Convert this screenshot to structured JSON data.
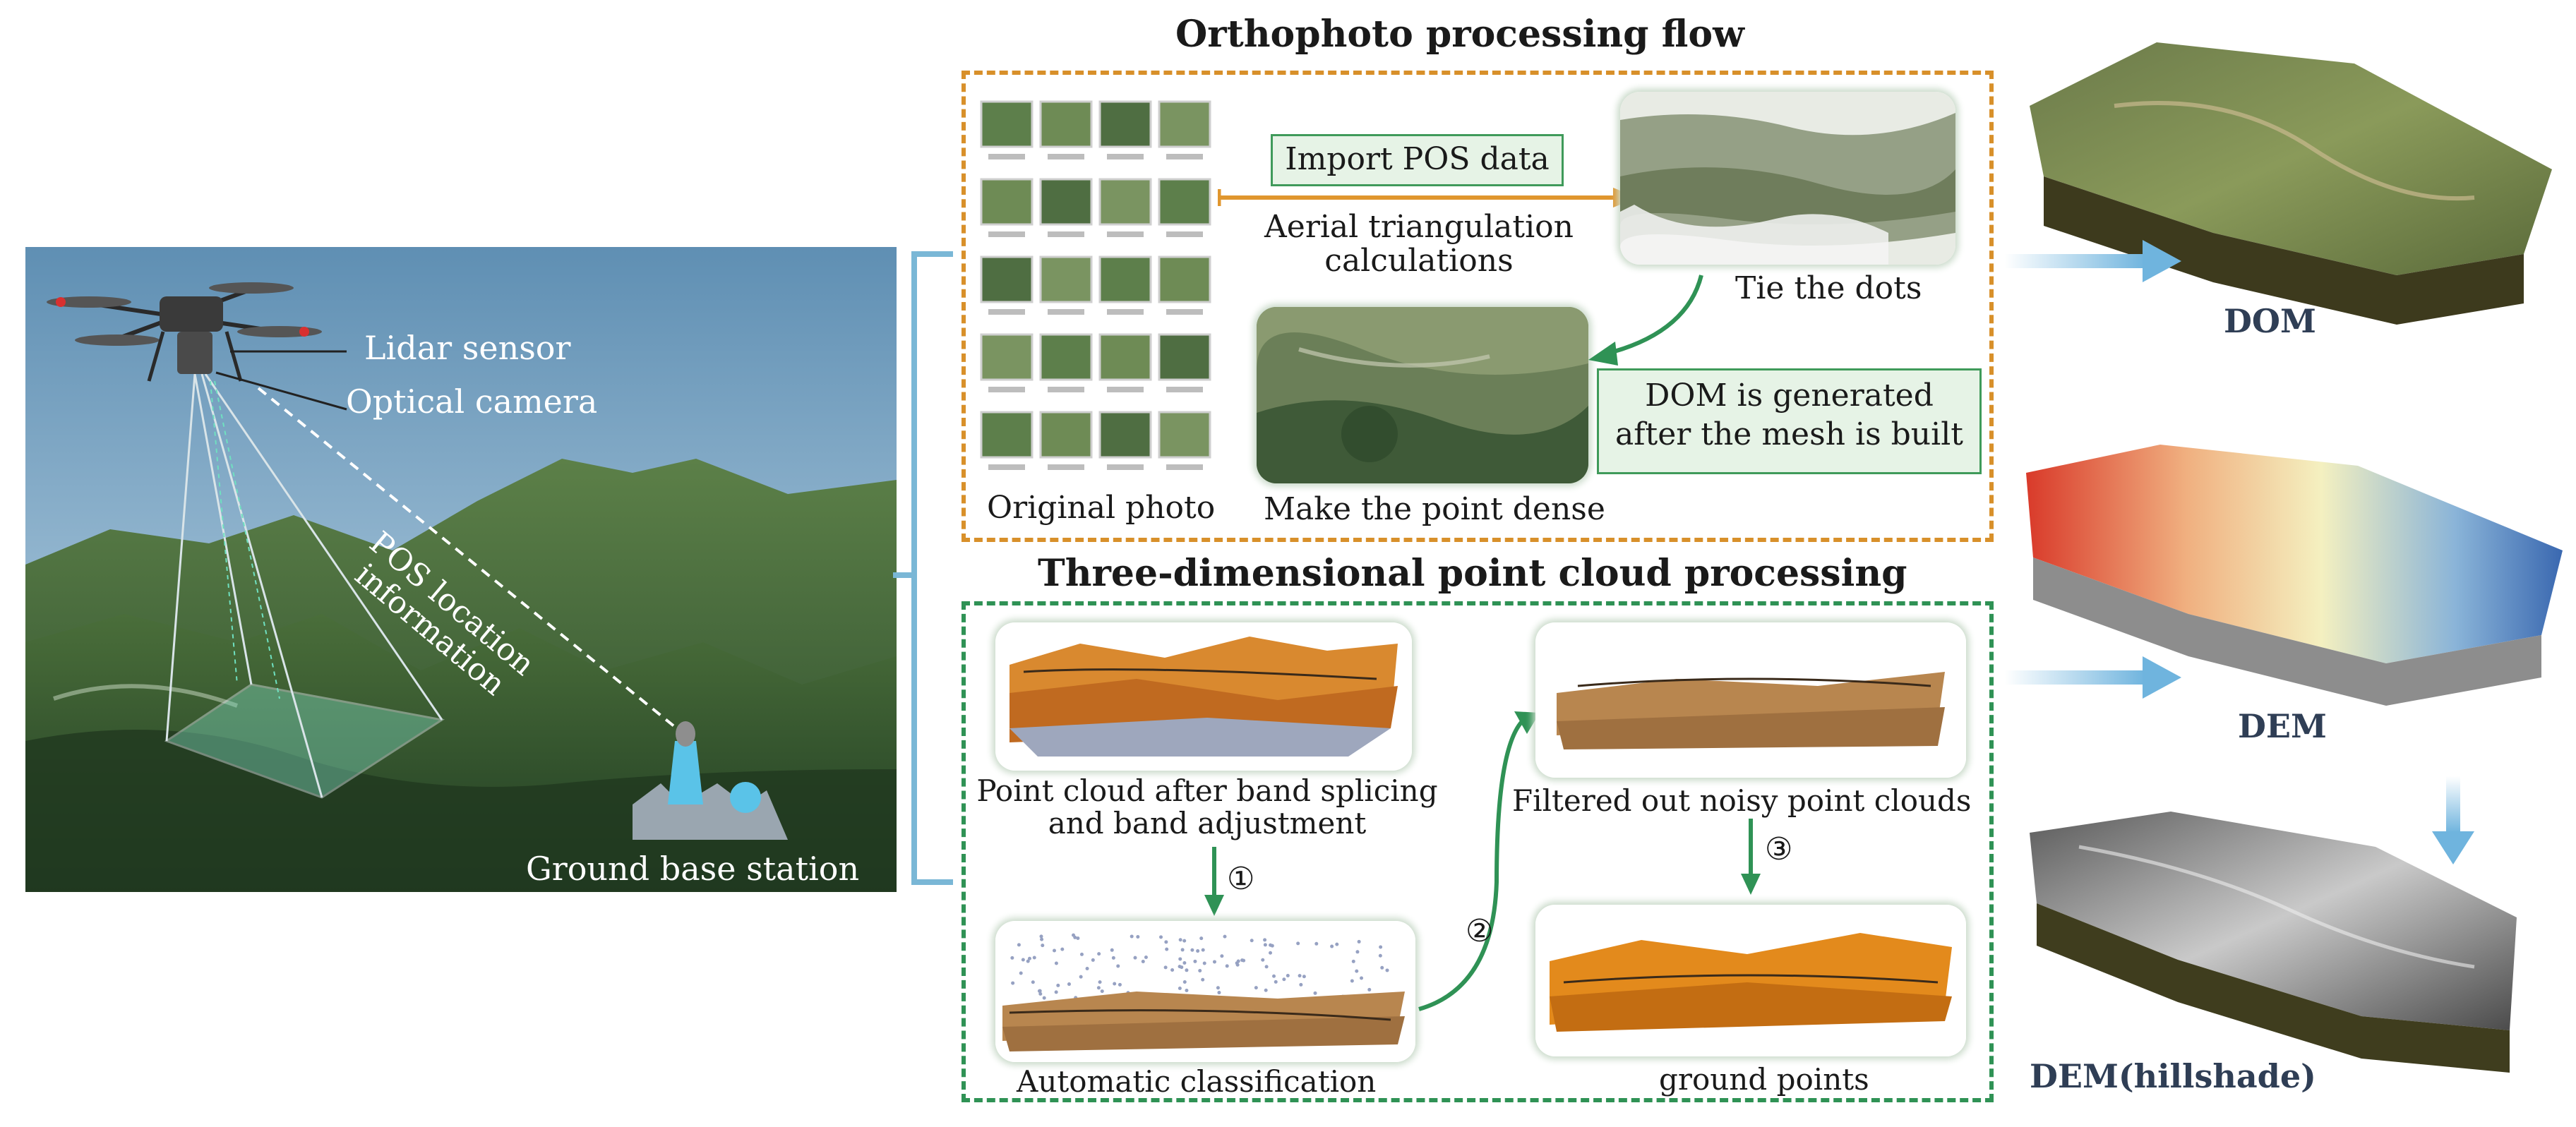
{
  "titles": {
    "orthophoto": "Orthophoto  processing flow",
    "pointcloud": "Three-dimensional point cloud processing"
  },
  "left_panel": {
    "lidar_label": "Lidar sensor",
    "camera_label": "Optical camera",
    "pos_label_line1": "POS location",
    "pos_label_line2": "information",
    "base_station_label": "Ground base station"
  },
  "orthophoto": {
    "original_photo": "Original photo",
    "import_pos": "Import POS data",
    "aerial_line1": "Aerial triangulation",
    "aerial_line2": "calculations",
    "tie_dots": "Tie the dots",
    "dom_generated_line1": "DOM is generated",
    "dom_generated_line2": "after the mesh is built",
    "make_dense": "Make the point dense"
  },
  "pointcloud": {
    "after_band_line1": "Point cloud after band splicing",
    "after_band_line2": "and band adjustment",
    "auto_class": "Automatic classification",
    "filtered": "Filtered out noisy point clouds",
    "ground_points": "ground points",
    "step1": "①",
    "step2": "②",
    "step3": "③"
  },
  "outputs": {
    "dom": "DOM",
    "dem": "DEM",
    "hillshade": "DEM(hillshade)"
  },
  "colors": {
    "orange_border": "#d8902a",
    "green_border": "#2f9255",
    "arrow_blue": "#6fb4de",
    "bracket_blue": "#7ab7d6",
    "output_label": "#2f3e55"
  }
}
